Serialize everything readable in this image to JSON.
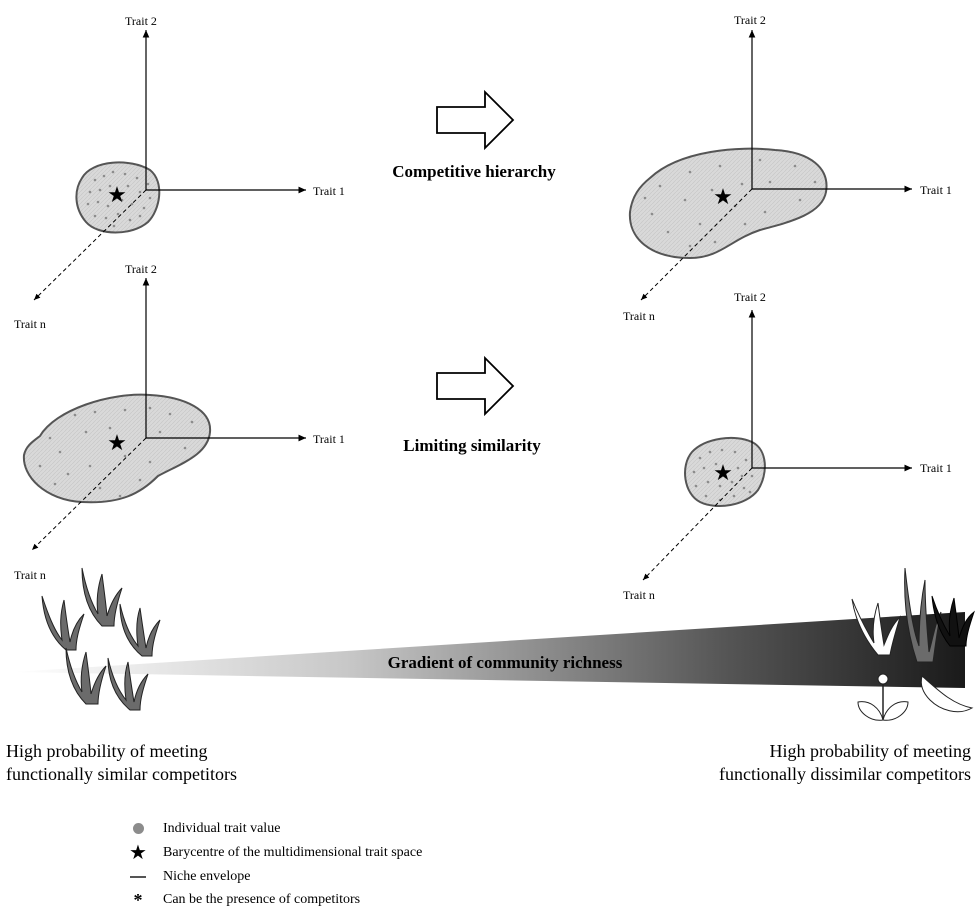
{
  "labels": {
    "trait1": "Trait 1",
    "trait2": "Trait 2",
    "traitn": "Trait n"
  },
  "processes": {
    "competitive_hierarchy": "Competitive hierarchy",
    "limiting_similarity": "Limiting similarity"
  },
  "gradient": {
    "label": "Gradient of community richness"
  },
  "captions": {
    "left_line1": "High probability of meeting",
    "left_line2": "functionally similar competitors",
    "right_line1": "High probability of meeting",
    "right_line2": "functionally dissimilar competitors"
  },
  "legend": {
    "point": "Individual trait value",
    "star": "Barycentre of the multidimensional trait space",
    "envelope": "Niche envelope",
    "asterisk_symbol": "*",
    "asterisk": "Can be the presence of competitors"
  },
  "colors": {
    "envelope_fill": "#d9d9d9",
    "envelope_stroke": "#555555",
    "point": "#8c8c8c",
    "plant_grey": "#6b6b6b",
    "plant_dark": "#111111"
  }
}
